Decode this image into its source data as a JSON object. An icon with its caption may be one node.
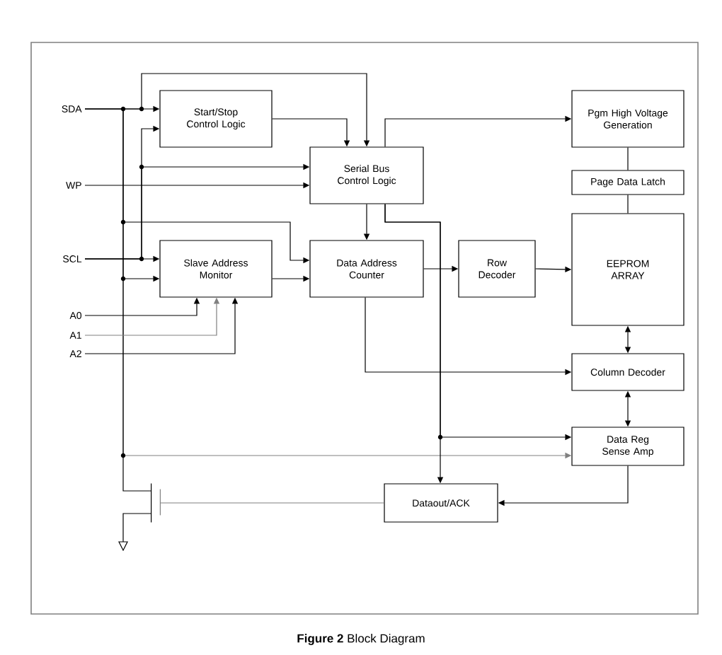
{
  "diagram": {
    "caption": "**Figure 2** Block Diagram",
    "nodes": [
      {
        "text": [
          "SDA"
        ]
      },
      {
        "text": [
          "WP"
        ]
      },
      {
        "text": [
          "SCL"
        ]
      },
      {
        "text": [
          "A0"
        ]
      },
      {
        "text": [
          "A1"
        ]
      },
      {
        "text": [
          "A2"
        ]
      },
      {
        "text": [
          "Start/Stop Control Logic"
        ]
      },
      {
        "text": [
          "Serial Bus Control Logic"
        ]
      },
      {
        "text": [
          "Pgm High Voltage Generation"
        ]
      },
      {
        "text": [
          "Page Data Latch"
        ]
      },
      {
        "text": [
          "Slave Address Monitor"
        ]
      },
      {
        "text": [
          "Data Address Counter"
        ]
      },
      {
        "text": [
          "Row Decoder"
        ]
      },
      {
        "text": [
          "EEPROM ARRAY"
        ]
      },
      {
        "text": [
          "Column Decoder"
        ]
      },
      {
        "text": [
          "Data Reg Sense Amp"
        ]
      },
      {
        "text": [
          "Dataout/ACK"
        ]
      },
      {
        "text": [],
        "shape": "transistor"
      }
    ],
    "edges": [
      {
        "from": 0,
        "to": 6,
        "arrow": "to"
      },
      {
        "from": 0,
        "to": 7,
        "arrow": "to"
      },
      {
        "from": 0,
        "to": 11,
        "arrow": "to"
      },
      {
        "from": 0,
        "to": 10,
        "arrow": "to"
      },
      {
        "from": 0,
        "to": 15,
        "arrow": "to",
        "color": "#808080"
      },
      {
        "from": 0,
        "to": 17,
        "arrow": "none"
      },
      {
        "from": 2,
        "to": 6,
        "arrow": "to"
      },
      {
        "from": 2,
        "to": 7,
        "arrow": "to"
      },
      {
        "from": 2,
        "to": 10,
        "arrow": "to"
      },
      {
        "from": 1,
        "to": 7,
        "arrow": "to"
      },
      {
        "from": 3,
        "to": 10,
        "arrow": "to"
      },
      {
        "from": 4,
        "to": 10,
        "arrow": "to",
        "color": "#808080"
      },
      {
        "from": 5,
        "to": 10,
        "arrow": "to"
      },
      {
        "from": 6,
        "to": 7,
        "arrow": "to"
      },
      {
        "from": 7,
        "to": 8,
        "arrow": "to"
      },
      {
        "from": 7,
        "to": 11,
        "arrow": "to"
      },
      {
        "from": 7,
        "to": 15,
        "arrow": "to"
      },
      {
        "from": 7,
        "to": 16,
        "arrow": "to"
      },
      {
        "from": 10,
        "to": 11,
        "arrow": "to"
      },
      {
        "from": 11,
        "to": 12,
        "arrow": "to"
      },
      {
        "from": 11,
        "to": 14,
        "arrow": "to"
      },
      {
        "from": 12,
        "to": 13,
        "arrow": "to"
      },
      {
        "from": 8,
        "to": 9,
        "arrow": "none"
      },
      {
        "from": 9,
        "to": 13,
        "arrow": "none"
      },
      {
        "from": 13,
        "to": 14,
        "arrow": "both"
      },
      {
        "from": 14,
        "to": 15,
        "arrow": "both"
      },
      {
        "from": 15,
        "to": 16,
        "arrow": "to"
      },
      {
        "from": 16,
        "to": 17,
        "arrow": "none",
        "color": "#808080"
      }
    ]
  }
}
